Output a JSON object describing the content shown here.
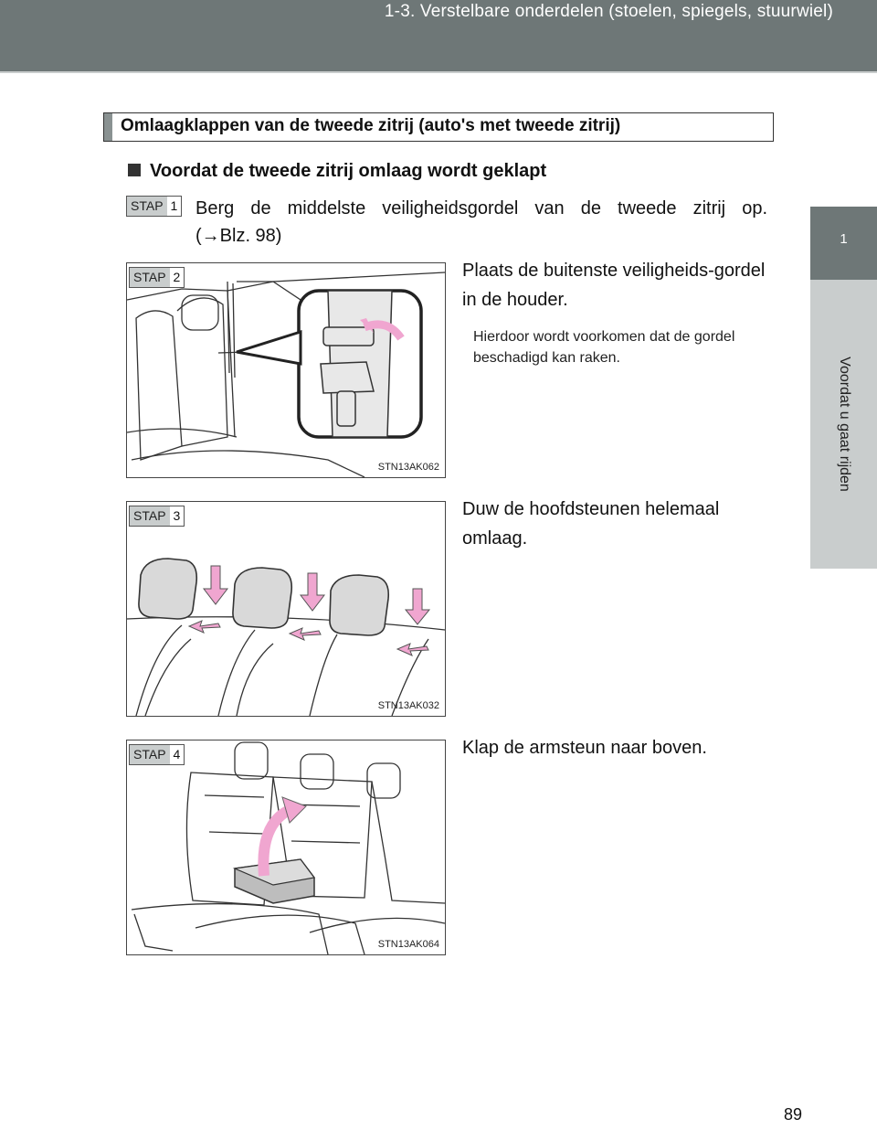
{
  "header": {
    "breadcrumb": "1-3. Verstelbare onderdelen (stoelen, spiegels, stuurwiel)"
  },
  "sidetab": {
    "number": "1",
    "label": "Voordat u gaat rijden"
  },
  "heading": "Omlaagklappen van de tweede zitrij (auto's met tweede zitrij)",
  "section": {
    "title": "Voordat de tweede zitrij omlaag wordt geklapt"
  },
  "step_word": "STAP",
  "steps": [
    {
      "num": "1",
      "text": "Berg de middelste veiligheidsgordel van de tweede zitrij op.",
      "ref": "(→Blz. 98)"
    },
    {
      "num": "2",
      "text": "Plaats de buitenste veiligheids-gordel in de houder.",
      "note": "Hierdoor wordt voorkomen dat de gordel beschadigd kan raken.",
      "figure_code": "STN13AK062"
    },
    {
      "num": "3",
      "text": "Duw de hoofdsteunen helemaal omlaag.",
      "figure_code": "STN13AK032"
    },
    {
      "num": "4",
      "text": "Klap de armsteun naar boven.",
      "figure_code": "STN13AK064"
    }
  ],
  "page_number": "89",
  "colors": {
    "header": "#6e7777",
    "tab_light": "#c9cdcd",
    "arrow": "#f0a6d0"
  }
}
